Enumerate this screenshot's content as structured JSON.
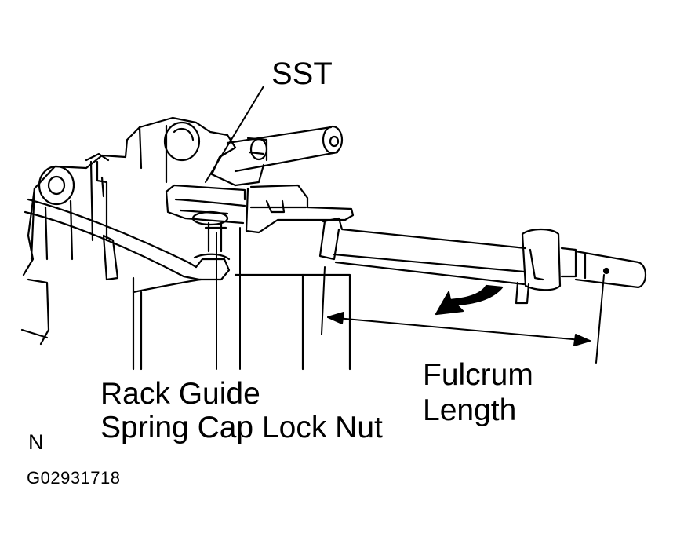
{
  "labels": {
    "sst": "SST",
    "rack_guide_line1": "Rack Guide",
    "rack_guide_line2": "Spring Cap Lock Nut",
    "fulcrum_line1": "Fulcrum",
    "fulcrum_line2": "Length",
    "orientation_mark": "N",
    "figure_code": "G02931718"
  },
  "colors": {
    "ink": "#000000",
    "background": "#ffffff"
  }
}
